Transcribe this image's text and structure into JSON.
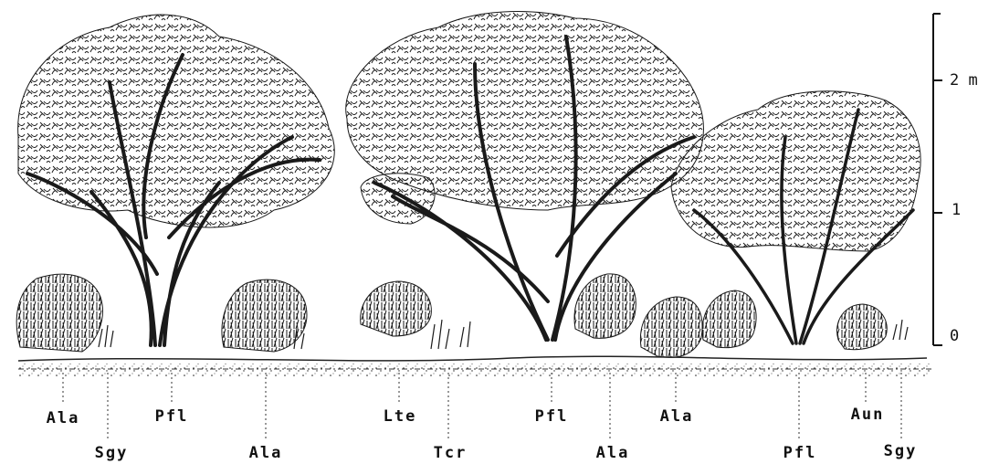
{
  "scale": {
    "ticks": [
      {
        "value": 0,
        "label": "0"
      },
      {
        "value": 1,
        "label": "1"
      },
      {
        "value": 2,
        "label": "2 m"
      }
    ]
  },
  "species_labels": [
    {
      "code": "Ala"
    },
    {
      "code": "Sgy"
    },
    {
      "code": "Pfl"
    },
    {
      "code": "Ala"
    },
    {
      "code": "Lte"
    },
    {
      "code": "Tcr"
    },
    {
      "code": "Pfl"
    },
    {
      "code": "Ala"
    },
    {
      "code": "Ala"
    },
    {
      "code": "Pfl"
    },
    {
      "code": "Aun"
    },
    {
      "code": "Sgy"
    }
  ]
}
